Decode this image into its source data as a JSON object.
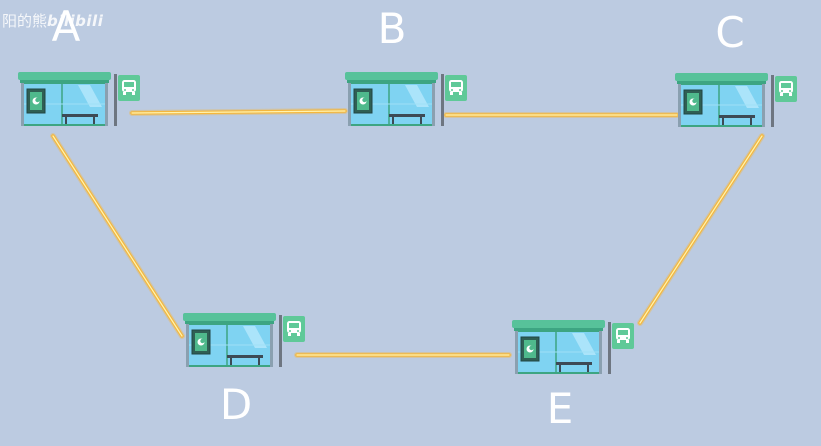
{
  "watermark": {
    "prefix": "阳的熊",
    "brand": "bilibili"
  },
  "stops": [
    {
      "id": "A",
      "label": "A",
      "icon": "bus-stop-shelter-icon"
    },
    {
      "id": "B",
      "label": "B",
      "icon": "bus-stop-shelter-icon"
    },
    {
      "id": "C",
      "label": "C",
      "icon": "bus-stop-shelter-icon"
    },
    {
      "id": "D",
      "label": "D",
      "icon": "bus-stop-shelter-icon"
    },
    {
      "id": "E",
      "label": "E",
      "icon": "bus-stop-shelter-icon"
    }
  ],
  "routes": [
    {
      "from": "A",
      "to": "B"
    },
    {
      "from": "B",
      "to": "C"
    },
    {
      "from": "A",
      "to": "D"
    },
    {
      "from": "D",
      "to": "E"
    },
    {
      "from": "C",
      "to": "E"
    }
  ],
  "colors": {
    "background": "#bccbe1",
    "route": "#f5b73c",
    "route_glow": "#fff3b0",
    "shelter_roof": "#57c29a",
    "shelter_glass": "#7fd3f2",
    "shelter_frame": "#3da582",
    "pole": "#6e7681",
    "sign": "#5fc998",
    "label": "#ffffff"
  }
}
